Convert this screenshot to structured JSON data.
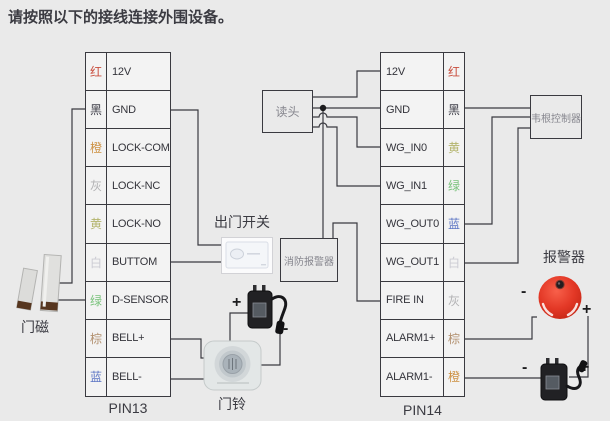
{
  "title": "请按照以下的接线连接外围设备。",
  "pin13": {
    "name": "PIN13",
    "rows": [
      {
        "wire": "红",
        "color": "#c94f3f",
        "label": "12V"
      },
      {
        "wire": "黑",
        "color": "#41414b",
        "label": "GND"
      },
      {
        "wire": "橙",
        "color": "#cd9143",
        "label": "LOCK-COM"
      },
      {
        "wire": "灰",
        "color": "#b2b2b4",
        "label": "LOCK-NC"
      },
      {
        "wire": "黄",
        "color": "#b3b46c",
        "label": "LOCK-NO"
      },
      {
        "wire": "白",
        "color": "#cbcbd3",
        "label": "BUTTOM"
      },
      {
        "wire": "绿",
        "color": "#79c27b",
        "label": "D-SENSOR"
      },
      {
        "wire": "棕",
        "color": "#b2906f",
        "label": "BELL+"
      },
      {
        "wire": "蓝",
        "color": "#5b74c4",
        "label": "BELL-"
      }
    ]
  },
  "pin14": {
    "name": "PIN14",
    "rows": [
      {
        "label": "12V",
        "wire": "红",
        "color": "#c94f3f"
      },
      {
        "label": "GND",
        "wire": "黑",
        "color": "#41414b"
      },
      {
        "label": "WG_IN0",
        "wire": "黄",
        "color": "#b3b46c"
      },
      {
        "label": "WG_IN1",
        "wire": "绿",
        "color": "#79c27b"
      },
      {
        "label": "WG_OUT0",
        "wire": "蓝",
        "color": "#5b74c4"
      },
      {
        "label": "WG_OUT1",
        "wire": "白",
        "color": "#cbcbd3"
      },
      {
        "label": "FIRE IN",
        "wire": "灰",
        "color": "#b2b2b4"
      },
      {
        "label": "ALARM1+",
        "wire": "棕",
        "color": "#b2906f"
      },
      {
        "label": "ALARM1-",
        "wire": "橙",
        "color": "#cd9143"
      }
    ]
  },
  "devices": {
    "reader": "读头",
    "fire_alarm": "消防报警器",
    "wiegand": "韦根控制器",
    "exit_button": "出门开关",
    "door_sensor": "门磁",
    "doorbell": "门铃",
    "alarm": "报警器"
  },
  "polarity": {
    "plus": "+",
    "minus": "-"
  },
  "colors": {
    "wire_line": "#3a3a40",
    "background": "#eaeaea",
    "cell_background": "#f3f3f3",
    "alarm_bell_red": "#e23a28"
  }
}
